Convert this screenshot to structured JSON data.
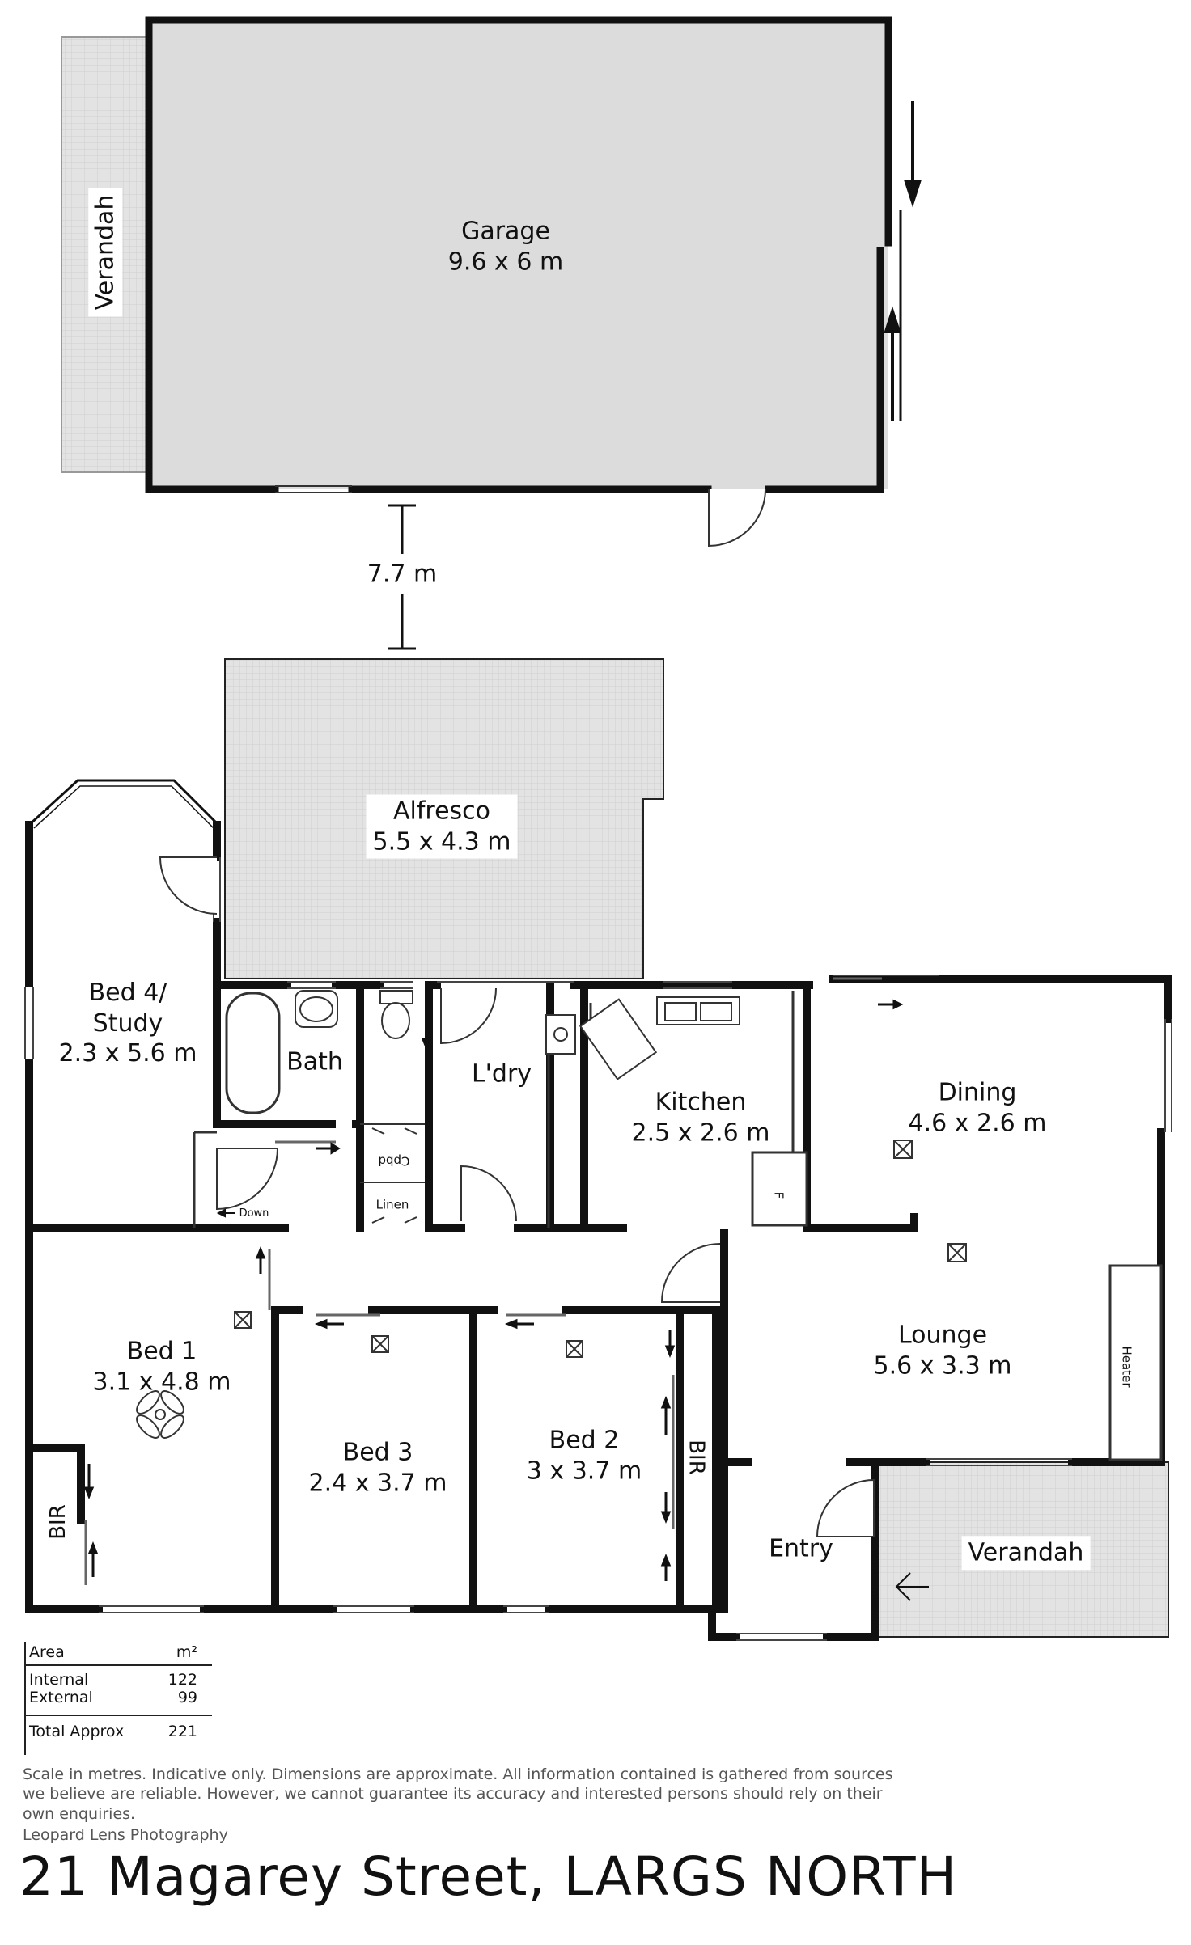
{
  "rooms": {
    "garage": {
      "name": "Garage",
      "dims": "9.6 x 6 m"
    },
    "verandah_top": {
      "name": "Verandah"
    },
    "distance": "7.7 m",
    "alfresco": {
      "name": "Alfresco",
      "dims": "5.5 x 4.3 m"
    },
    "bed4": {
      "name": "Bed 4/",
      "name2": "Study",
      "dims": "2.3 x 5.6 m"
    },
    "bath": {
      "name": "Bath"
    },
    "laundry": {
      "name": "L'dry"
    },
    "cpbd": {
      "name": "Cpbd"
    },
    "linen": {
      "name": "Linen"
    },
    "kitchen": {
      "name": "Kitchen",
      "dims": "2.5 x 2.6 m"
    },
    "fridge": {
      "name": "F"
    },
    "dining": {
      "name": "Dining",
      "dims": "4.6 x 2.6 m"
    },
    "lounge": {
      "name": "Lounge",
      "dims": "5.6 x 3.3 m"
    },
    "heater": {
      "name": "Heater"
    },
    "down": {
      "name": "Down"
    },
    "bed1": {
      "name": "Bed 1",
      "dims": "3.1 x 4.8 m"
    },
    "bed3": {
      "name": "Bed 3",
      "dims": "2.4 x 3.7 m"
    },
    "bed2": {
      "name": "Bed 2",
      "dims": "3 x 3.7 m"
    },
    "bir_left": {
      "name": "BIR"
    },
    "bir_right": {
      "name": "BIR"
    },
    "entry": {
      "name": "Entry"
    },
    "verandah_front": {
      "name": "Verandah"
    }
  },
  "area_table": {
    "header": {
      "label": "Area",
      "unit": "m²"
    },
    "internal": {
      "label": "Internal",
      "value": "122"
    },
    "external": {
      "label": "External",
      "value": "99"
    },
    "total": {
      "label": "Total Approx",
      "value": "221"
    }
  },
  "disclaimer": "Scale in metres. Indicative only. Dimensions are approximate. All information contained is gathered from sources we believe are reliable. However, we cannot guarantee its accuracy and interested persons should rely on their own enquiries.",
  "credit": "Leopard Lens Photography",
  "address": "21 Magarey Street, LARGS NORTH",
  "colors": {
    "wall": "#111111",
    "floor_outdoor": "#e2e2e2",
    "garage_floor": "#dcdcdc"
  }
}
